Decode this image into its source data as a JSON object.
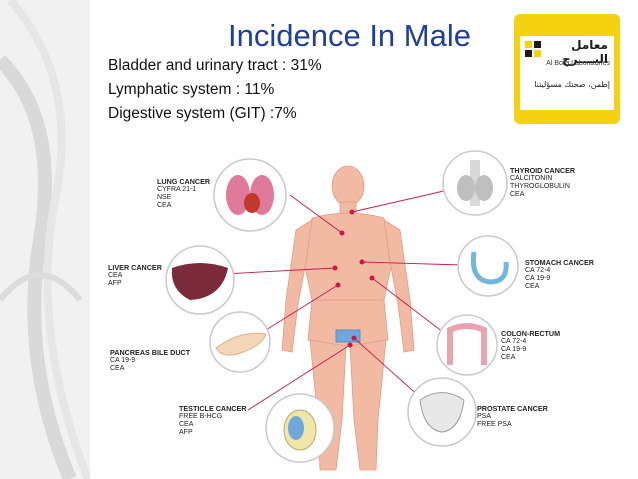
{
  "slide": {
    "title": "Incidence In Male",
    "stats": [
      "Bladder and urinary tract : 31%",
      "Lymphatic system : 11%",
      "Digestive system (GIT) :7%"
    ]
  },
  "logo": {
    "arabic_name": "معامل البــــرج",
    "english_name": "Al Borg Laboratories",
    "slogan": "إطمن، صحتك مسؤليتنا",
    "background_color": "#f5d20f"
  },
  "cancers": [
    {
      "name": "LUNG CANCER",
      "markers": [
        "CYFRA 21-1",
        "NSE",
        "CEA"
      ]
    },
    {
      "name": "LIVER CANCER",
      "markers": [
        "CEA",
        "AFP"
      ]
    },
    {
      "name": "PANCREAS BILE DUCT",
      "markers": [
        "CA 19-9",
        "CEA"
      ]
    },
    {
      "name": "TESTICLE CANCER",
      "markers": [
        "FREE B-HCG",
        "CEA",
        "AFP"
      ]
    },
    {
      "name": "THYROID CANCER",
      "markers": [
        "CALCITONIN",
        "THYROGLOBULIN",
        "CEA"
      ]
    },
    {
      "name": "STOMACH CANCER",
      "markers": [
        "CA 72-4",
        "CA 19-9",
        "CEA"
      ]
    },
    {
      "name": "COLON-RECTUM",
      "markers": [
        "CA 72-4",
        "CA 19-9",
        "CEA"
      ]
    },
    {
      "name": "PROSTATE CANCER",
      "markers": [
        "PSA",
        "FREE PSA"
      ]
    }
  ],
  "colors": {
    "title": "#1f3f99",
    "connector": "#c8194a",
    "skin": "#f2b9a3",
    "organ_ring": "#c9c9c9"
  }
}
